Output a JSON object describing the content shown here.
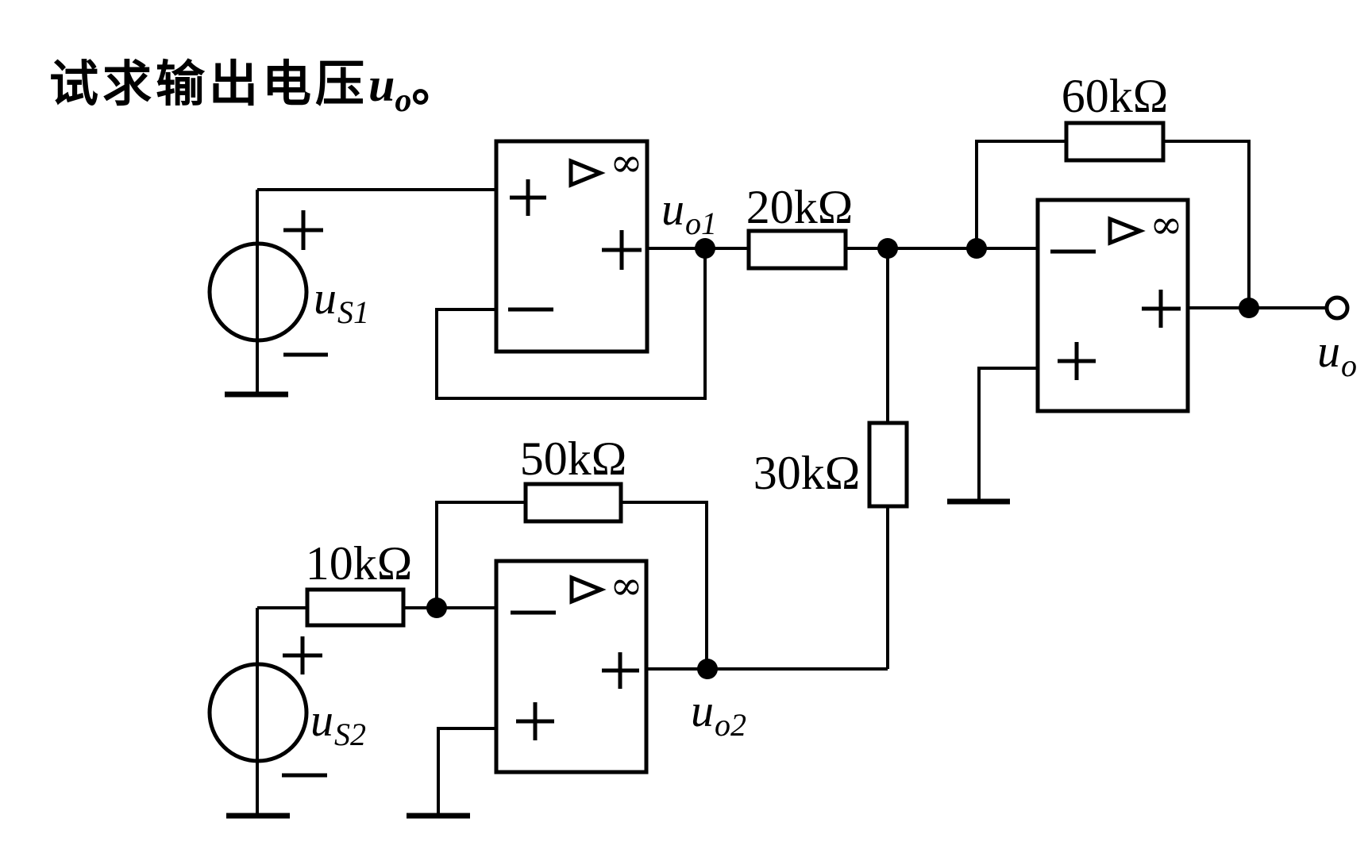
{
  "title": {
    "prefix": "试求输出电压",
    "var_base": "u",
    "var_sub": "o",
    "suffix": "。"
  },
  "resistors": {
    "r10": {
      "label": "10kΩ"
    },
    "r20": {
      "label": "20kΩ"
    },
    "r30": {
      "label": "30kΩ"
    },
    "r50": {
      "label": "50kΩ"
    },
    "r60": {
      "label": "60kΩ"
    }
  },
  "opamps": {
    "gain_symbol": "∞"
  },
  "nodes": {
    "us1": {
      "base": "u",
      "sub": "S1"
    },
    "us2": {
      "base": "u",
      "sub": "S2"
    },
    "uo1": {
      "base": "u",
      "sub": "o1"
    },
    "uo2": {
      "base": "u",
      "sub": "o2"
    },
    "uo": {
      "base": "u",
      "sub": "o"
    }
  }
}
